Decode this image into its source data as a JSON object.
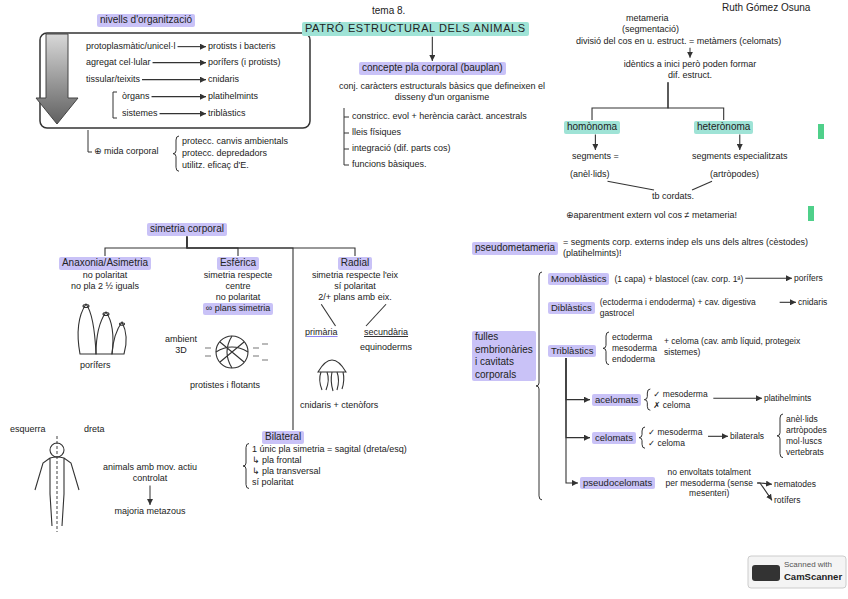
{
  "diagram": {
    "nodes": [
      {
        "text": [
          "nivells d'organització"
        ]
      },
      {
        "text": [
          "protoplasmàtic/unicel·l"
        ]
      },
      {
        "text": [
          "protists i bacteris"
        ]
      },
      {
        "text": [
          "agregat cel·lular"
        ]
      },
      {
        "text": [
          "porífers (i protists)"
        ]
      },
      {
        "text": [
          "tissular/teixits"
        ]
      },
      {
        "text": [
          "cnidaris"
        ]
      },
      {
        "text": [
          "òrgans"
        ]
      },
      {
        "text": [
          "platihelmints"
        ]
      },
      {
        "text": [
          "sistemes"
        ]
      },
      {
        "text": [
          "triblàstics"
        ]
      },
      {
        "text": [
          "PATRÓ ESTRUCTURAL DELS ANIMALS"
        ]
      },
      {
        "text": [
          "concepte pla corporal (bauplan)"
        ]
      },
      {
        "text": [
          "metameria",
          "(segmentació)",
          "divisió del cos en u. estruct. = metàmers (celomats)",
          "idèntics a inici però poden formar dif. estruct."
        ]
      },
      {
        "text": [
          "homònoma"
        ]
      },
      {
        "text": [
          "heterònoma"
        ]
      },
      {
        "text": [
          "segments ="
        ]
      },
      {
        "text": [
          "(anèl·lids)"
        ]
      },
      {
        "text": [
          "segments especialitzats"
        ]
      },
      {
        "text": [
          "(artròpodes)"
        ]
      },
      {
        "text": [
          "tb cordats."
        ]
      },
      {
        "text": [
          "pseudometameria",
          "= segments corp. externs indep els uns dels altres (cèstodes) (platihelmints)!"
        ]
      },
      {
        "text": [
          "simetria corporal"
        ]
      },
      {
        "text": [
          "Anaxonia/Asimetria",
          "no polaritat",
          "no pla 2 ½ iguals"
        ]
      },
      {
        "text": [
          "Esfèrica",
          "simetria respecte centre",
          "no polaritat",
          "∞ plans simetria"
        ]
      },
      {
        "text": [
          "Radial",
          "simetria respecte l'eix",
          "sí polaritat",
          "2/+ plans amb eix."
        ]
      },
      {
        "text": [
          "primària"
        ]
      },
      {
        "text": [
          "secundària"
        ]
      },
      {
        "text": [
          "Bilateral",
          "1 únic pla simetria = sagital (dreta/esq)",
          "↳ pla frontal",
          "↳ pla transversal",
          "sí polaritat"
        ]
      },
      {
        "text": [
          "fulles embrionàries i cavitats corporals"
        ]
      },
      {
        "text": [
          "Monoblàstics",
          "(1 capa) + blastocel (cav. corp. 1ª)"
        ]
      },
      {
        "text": [
          "porífers"
        ]
      },
      {
        "text": [
          "Diblàstics",
          "(ectoderma i endoderma) + cav. digestiva gastrocel"
        ]
      },
      {
        "text": [
          "cnidaris"
        ]
      },
      {
        "text": [
          "Triblàstics"
        ]
      },
      {
        "text": [
          "acelomats",
          "✓ mesoderma ✗ celoma"
        ]
      },
      {
        "text": [
          "platihelmints"
        ]
      },
      {
        "text": [
          "celomats",
          "✓ mesoderma ✓ celoma"
        ]
      },
      {
        "text": [
          "bilaterals"
        ]
      },
      {
        "text": [
          "pseudocelomats",
          "no envoltats totalment per mesoderma (sense mesenteri)"
        ]
      },
      {
        "text": [
          "nematodes"
        ]
      },
      {
        "text": [
          "rotífers"
        ]
      }
    ],
    "edges": [
      {
        "from": 1,
        "to": 2,
        "arrow": "to"
      },
      {
        "from": 3,
        "to": 4,
        "arrow": "to"
      },
      {
        "from": 5,
        "to": 6,
        "arrow": "to"
      },
      {
        "from": 7,
        "to": 8,
        "arrow": "to"
      },
      {
        "from": 9,
        "to": 10,
        "arrow": "to"
      },
      {
        "from": 11,
        "to": 12,
        "arrow": "to"
      },
      {
        "from": 13,
        "to": 14,
        "arrow": "none"
      },
      {
        "from": 13,
        "to": 15,
        "arrow": "none"
      },
      {
        "from": 14,
        "to": 16,
        "arrow": "to"
      },
      {
        "from": 15,
        "to": 18,
        "arrow": "to"
      },
      {
        "from": 17,
        "to": 20,
        "arrow": "none"
      },
      {
        "from": 19,
        "to": 20,
        "arrow": "none"
      },
      {
        "from": 22,
        "to": 23,
        "arrow": "none"
      },
      {
        "from": 22,
        "to": 24,
        "arrow": "none"
      },
      {
        "from": 22,
        "to": 25,
        "arrow": "none"
      },
      {
        "from": 22,
        "to": 28,
        "arrow": "none"
      },
      {
        "from": 25,
        "to": 26,
        "arrow": "none"
      },
      {
        "from": 25,
        "to": 27,
        "arrow": "none"
      },
      {
        "from": 30,
        "to": 31,
        "arrow": "to"
      },
      {
        "from": 32,
        "to": 33,
        "arrow": "to"
      },
      {
        "from": 34,
        "to": 35,
        "arrow": "to"
      },
      {
        "from": 34,
        "to": 37,
        "arrow": "to"
      },
      {
        "from": 34,
        "to": 39,
        "arrow": "to"
      },
      {
        "from": 35,
        "to": 36,
        "arrow": "to"
      },
      {
        "from": 37,
        "to": 38,
        "arrow": "to"
      },
      {
        "from": 39,
        "to": 40,
        "arrow": "to"
      },
      {
        "from": 39,
        "to": 41,
        "arrow": "to"
      }
    ],
    "labels": [
      "Ruth Gómez Osuna",
      "tema 8.",
      "⊕ mida corporal",
      "protecc. canvis ambientals",
      "protecc. depredadors",
      "utilitz. eficaç d'E.",
      "conj. caràcters estructurals bàsics que defineixen el disseny d'un organisme",
      "constricc. evol + herència caràct. ancestrals",
      "lleis físiques",
      "integració (dif. parts cos)",
      "funcions bàsiques.",
      "⊕aparentment extern vol cos ≠ metameria!",
      "porífers",
      "ambient 3D",
      "protistes i flotants",
      "equinoderms",
      "cnidaris + ctenòfors",
      "esquerra",
      "dreta",
      "animals amb mov. actiu controlat",
      "majoria metazous",
      "ectoderma",
      "mesoderma",
      "endoderma",
      "+ celoma (cav. amb líquid, protegeix sistemes)",
      "anèl·lids",
      "artròpodes",
      "mol·luscs",
      "vertebrats",
      "Scanned with",
      "CamScanner"
    ]
  }
}
